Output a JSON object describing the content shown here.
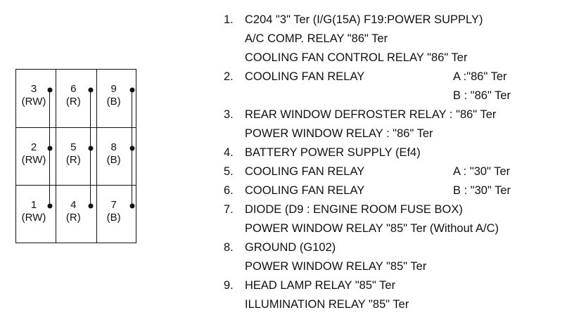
{
  "connector": {
    "pins": [
      {
        "num": "3",
        "color": "(RW)"
      },
      {
        "num": "6",
        "color": "(R)"
      },
      {
        "num": "9",
        "color": "(B)"
      },
      {
        "num": "2",
        "color": "(RW)"
      },
      {
        "num": "5",
        "color": "(R)"
      },
      {
        "num": "8",
        "color": "(B)"
      },
      {
        "num": "1",
        "color": "(RW)"
      },
      {
        "num": "4",
        "color": "(R)"
      },
      {
        "num": "7",
        "color": "(B)"
      }
    ]
  },
  "legend": [
    {
      "num": "1.",
      "lines": [
        {
          "text": "C204 \"3\" Ter (I/G(15A) F19:POWER SUPPLY)"
        },
        {
          "text": "A/C COMP. RELAY \"86\" Ter"
        },
        {
          "text": "COOLING FAN CONTROL RELAY \"86\" Ter"
        }
      ]
    },
    {
      "num": "2.",
      "lines": [
        {
          "text": "COOLING FAN RELAY",
          "right": "A :\"86\" Ter"
        },
        {
          "text": "",
          "right": "B : \"86\" Ter"
        }
      ]
    },
    {
      "num": "3.",
      "lines": [
        {
          "text": "REAR WINDOW DEFROSTER RELAY : \"86\" Ter"
        },
        {
          "text": "POWER WINDOW RELAY : \"86\" Ter"
        }
      ]
    },
    {
      "num": "4.",
      "lines": [
        {
          "text": "BATTERY POWER SUPPLY (Ef4)"
        }
      ]
    },
    {
      "num": "5.",
      "lines": [
        {
          "text": "COOLING FAN RELAY",
          "right": "A : \"30\" Ter"
        }
      ]
    },
    {
      "num": "6.",
      "lines": [
        {
          "text": "COOLING FAN RELAY",
          "right": "B : \"30\" Ter"
        }
      ]
    },
    {
      "num": "7.",
      "lines": [
        {
          "text": "DIODE (D9 : ENGINE ROOM FUSE BOX)"
        },
        {
          "text": "POWER WINDOW RELAY \"85\" Ter (Without A/C)"
        }
      ]
    },
    {
      "num": "8.",
      "lines": [
        {
          "text": "GROUND (G102)"
        },
        {
          "text": "POWER WINDOW RELAY \"85\" Ter"
        }
      ]
    },
    {
      "num": "9.",
      "lines": [
        {
          "text": "HEAD LAMP RELAY \"85\" Ter"
        },
        {
          "text": "ILLUMINATION RELAY \"85\" Ter"
        }
      ]
    }
  ]
}
